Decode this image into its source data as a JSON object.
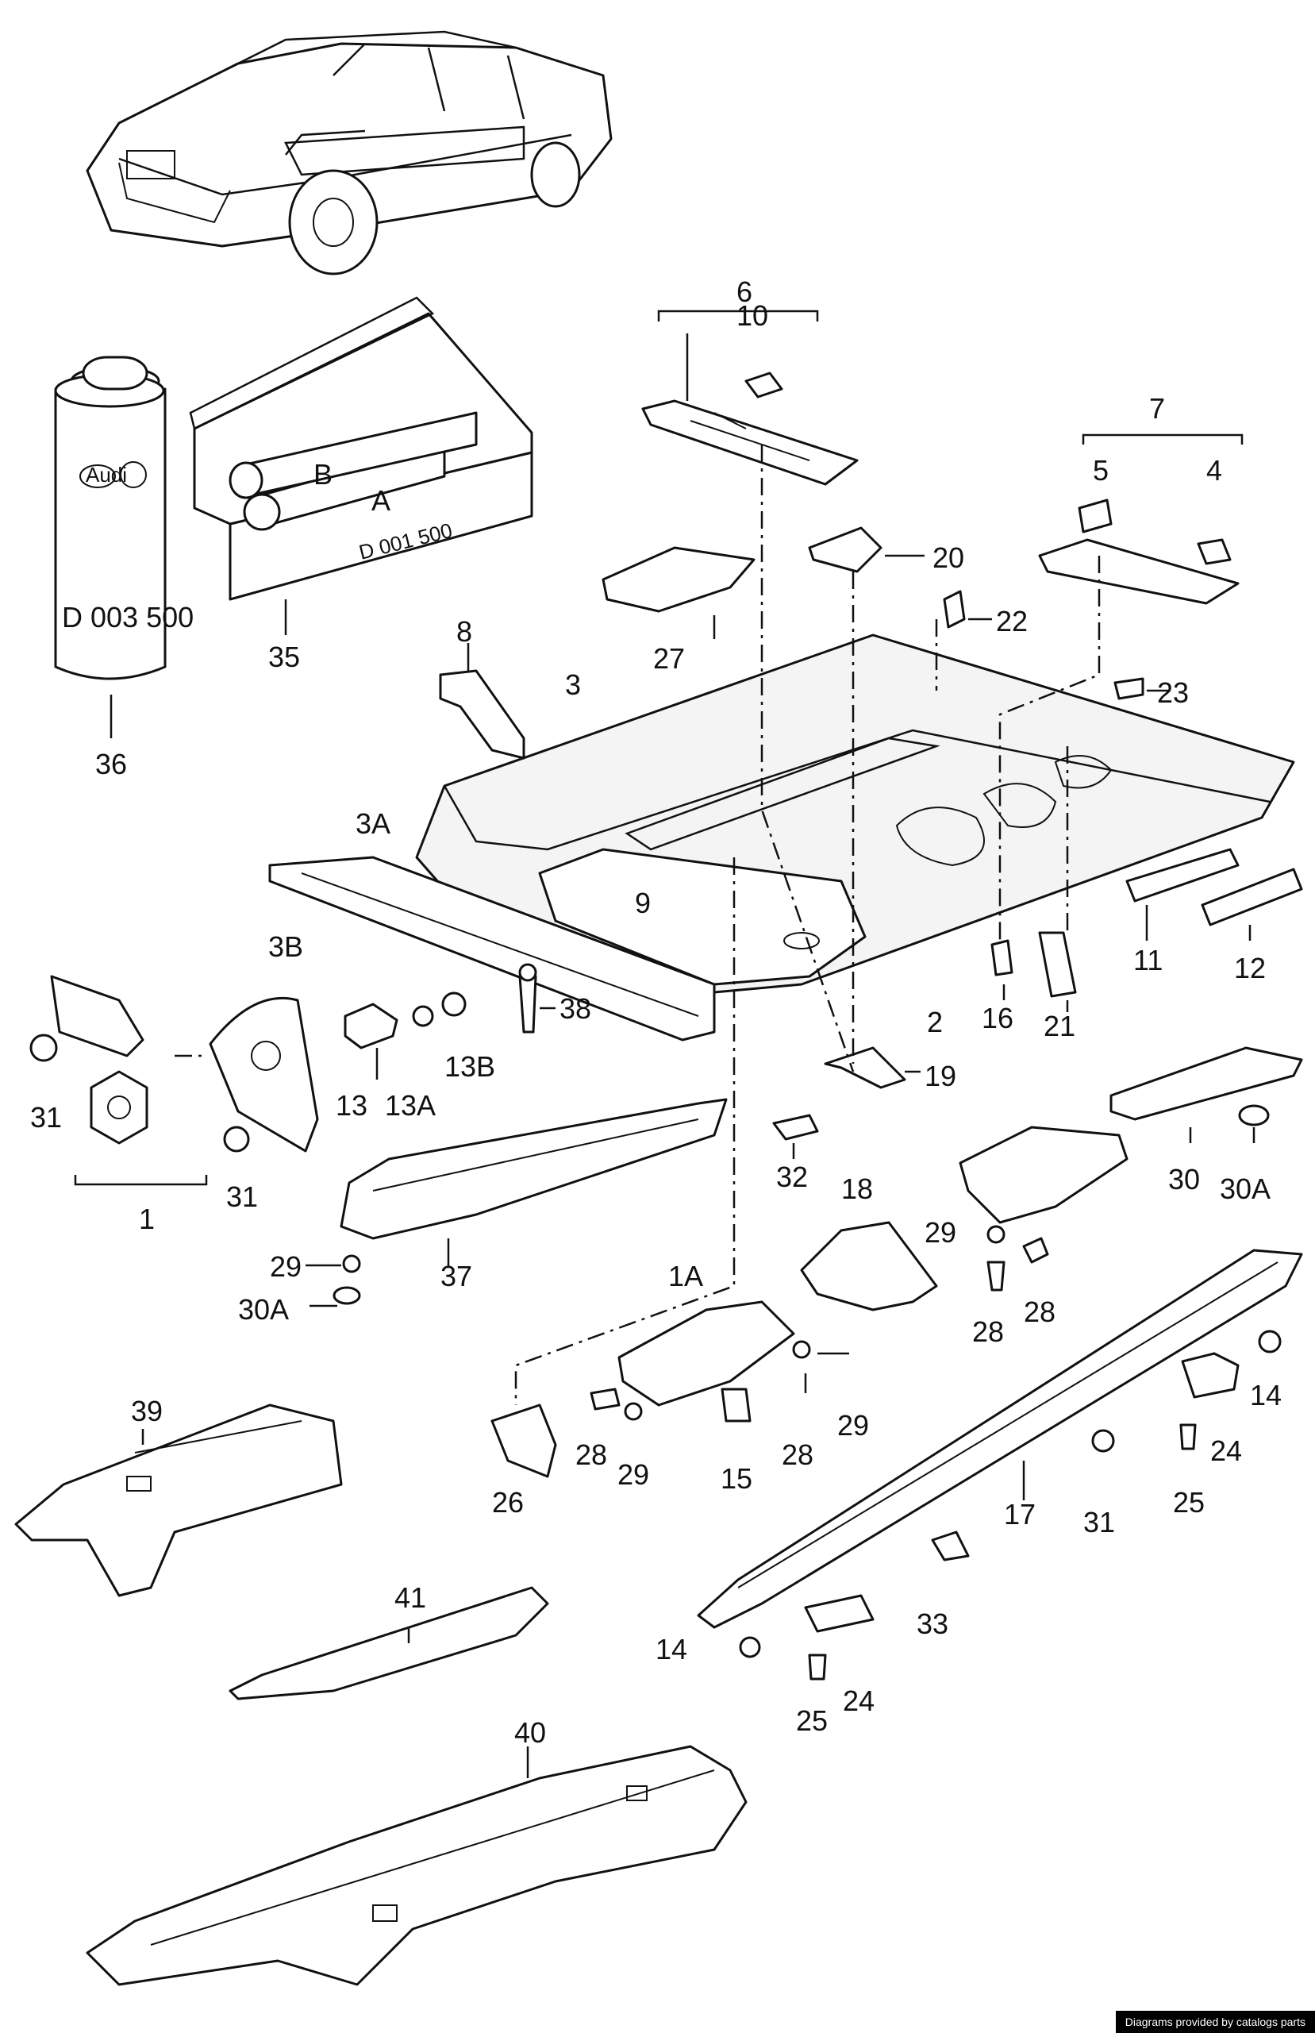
{
  "labels": {
    "l1": "1",
    "l1A": "1A",
    "l2": "2",
    "l3": "3",
    "l3A": "3A",
    "l3B": "3B",
    "l4": "4",
    "l5": "5",
    "l6": "6",
    "l7": "7",
    "l8": "8",
    "l9": "9",
    "l10": "10",
    "l11": "11",
    "l12": "12",
    "l13": "13",
    "l13A": "13A",
    "l13B": "13B",
    "l14": "14",
    "l15": "15",
    "l16": "16",
    "l17": "17",
    "l18": "18",
    "l19": "19",
    "l20": "20",
    "l21": "21",
    "l22": "22",
    "l23": "23",
    "l24": "24",
    "l25": "25",
    "l26": "26",
    "l27": "27",
    "l28": "28",
    "l29": "29",
    "l30": "30",
    "l30A": "30A",
    "l31": "31",
    "l32": "32",
    "l33": "33",
    "l35": "35",
    "l36": "36",
    "l37": "37",
    "l38": "38",
    "l39": "39",
    "l40": "40",
    "l41": "41"
  },
  "can_text": "D 003 500",
  "box_text": "D 001 500",
  "tube_a": "A",
  "tube_b": "B",
  "logo_audi": "Audi",
  "credit": "Diagrams provided by catalogs parts"
}
